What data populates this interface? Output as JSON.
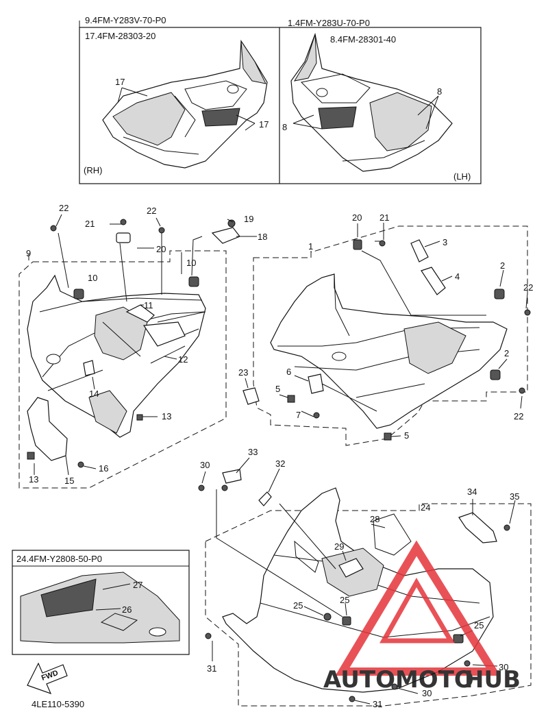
{
  "header_boxes": {
    "rh": {
      "code_top": "9.4FM-Y283V-70-P0",
      "code_sub": "17.4FM-28303-20",
      "side": "(RH)"
    },
    "lh": {
      "code_top": "1.4FM-Y283U-70-P0",
      "code_sub": "8.4FM-28301-40",
      "side": "(LH)"
    }
  },
  "decal_box": {
    "code": "24.4FM-Y2808-50-P0"
  },
  "part_numbers": {
    "p1": "1",
    "p2": "2",
    "p3": "3",
    "p4": "4",
    "p5": "5",
    "p6": "6",
    "p7": "7",
    "p8": "8",
    "p9": "9",
    "p10": "10",
    "p11": "11",
    "p12": "12",
    "p13": "13",
    "p14": "14",
    "p15": "15",
    "p16": "16",
    "p17": "17",
    "p18": "18",
    "p19": "19",
    "p20": "20",
    "p21": "21",
    "p22": "22",
    "p23": "23",
    "p24": "24",
    "p25": "25",
    "p26": "26",
    "p27": "27",
    "p28": "28",
    "p29": "29",
    "p30": "30",
    "p31": "31",
    "p32": "32",
    "p33": "33",
    "p34": "34",
    "p35": "35"
  },
  "fwd_label": "FWD",
  "diagram_code": "4LE110-5390",
  "watermark": {
    "part1": "AUTOMOTO",
    "part2": "HUB",
    "color1": "#f2b233",
    "color2": "#555555",
    "accent": "#e4343a"
  }
}
